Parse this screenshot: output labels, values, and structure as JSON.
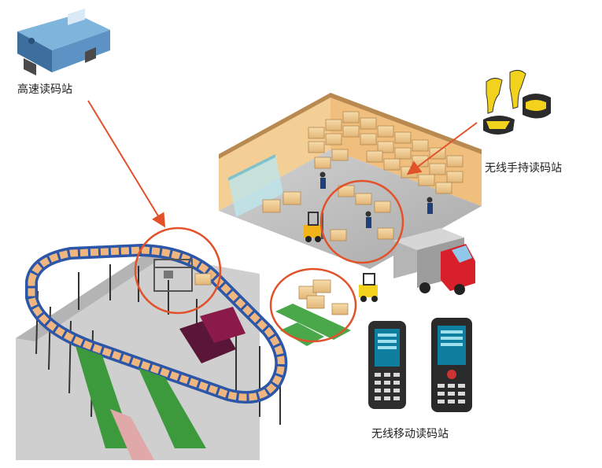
{
  "labels": {
    "high_speed_station": "高速读码站",
    "wireless_handheld_station": "无线手持读码站",
    "wireless_mobile_station": "无线移动读码站"
  },
  "icons": {
    "high_speed_station": "fixed-barcode-scanner-icon",
    "wireless_handheld_station": "handheld-barcode-scanner-icon",
    "wireless_mobile_station": "mobile-computer-icon",
    "warehouse": "warehouse-icon",
    "conveyor": "sorting-conveyor-icon",
    "truck": "delivery-truck-icon",
    "forklift": "forklift-icon"
  },
  "colors": {
    "callout": "#e2522a",
    "conveyor_rail": "#2c56a8",
    "conveyor_tray": "#f0b680",
    "warehouse_wall": "#f3cf95",
    "floor": "#bfbfbf",
    "chute": "#3c9a3c",
    "truck_cab": "#d8202a",
    "scanner_yellow": "#f2d21c"
  }
}
